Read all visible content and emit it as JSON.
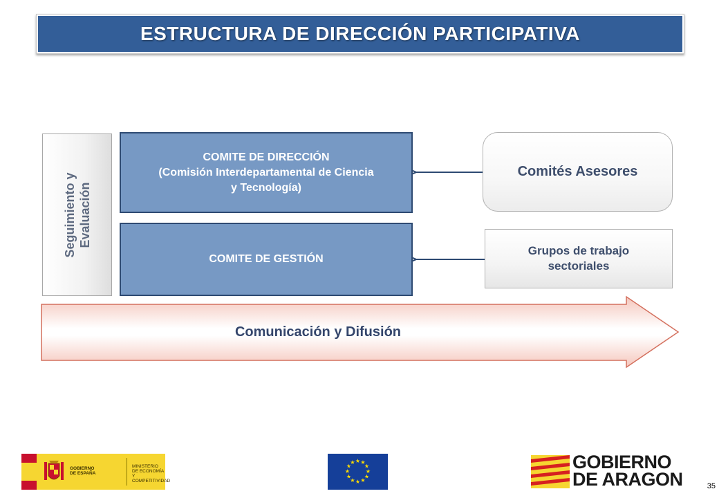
{
  "title": "ESTRUCTURA DE DIRECCIÓN PARTICIPATIVA",
  "seguimiento": {
    "line1": "Seguimiento y",
    "line2": "Evaluación"
  },
  "comite_direccion": {
    "line1": "COMITE DE DIRECCIÓN",
    "line2": "(Comisión Interdepartamental de Ciencia",
    "line3": "y Tecnología)"
  },
  "comite_gestion": "COMITE DE GESTIÓN",
  "comites_asesores": "Comités Asesores",
  "grupos_trabajo": {
    "line1": "Grupos de trabajo",
    "line2": "sectoriales"
  },
  "comunicacion": "Comunicación y Difusión",
  "footer": {
    "gobierno_espana": {
      "line1": "GOBIERNO",
      "line2": "DE ESPAÑA"
    },
    "ministerio": {
      "line1": "MINISTERIO",
      "line2": "DE ECONOMÍA",
      "line3": "Y COMPETITIVIDAD"
    },
    "aragon": {
      "line1": "GOBIERNO",
      "line2": "DE ARAGON"
    }
  },
  "page_number": "35",
  "colors": {
    "banner": "#335e98",
    "blue_box": "#7799c4",
    "blue_box_border": "#2e4a72",
    "arrow_fill_edge": "#f5c6bc",
    "arrow_border": "#d4705e",
    "connector": "#2e4a72"
  }
}
